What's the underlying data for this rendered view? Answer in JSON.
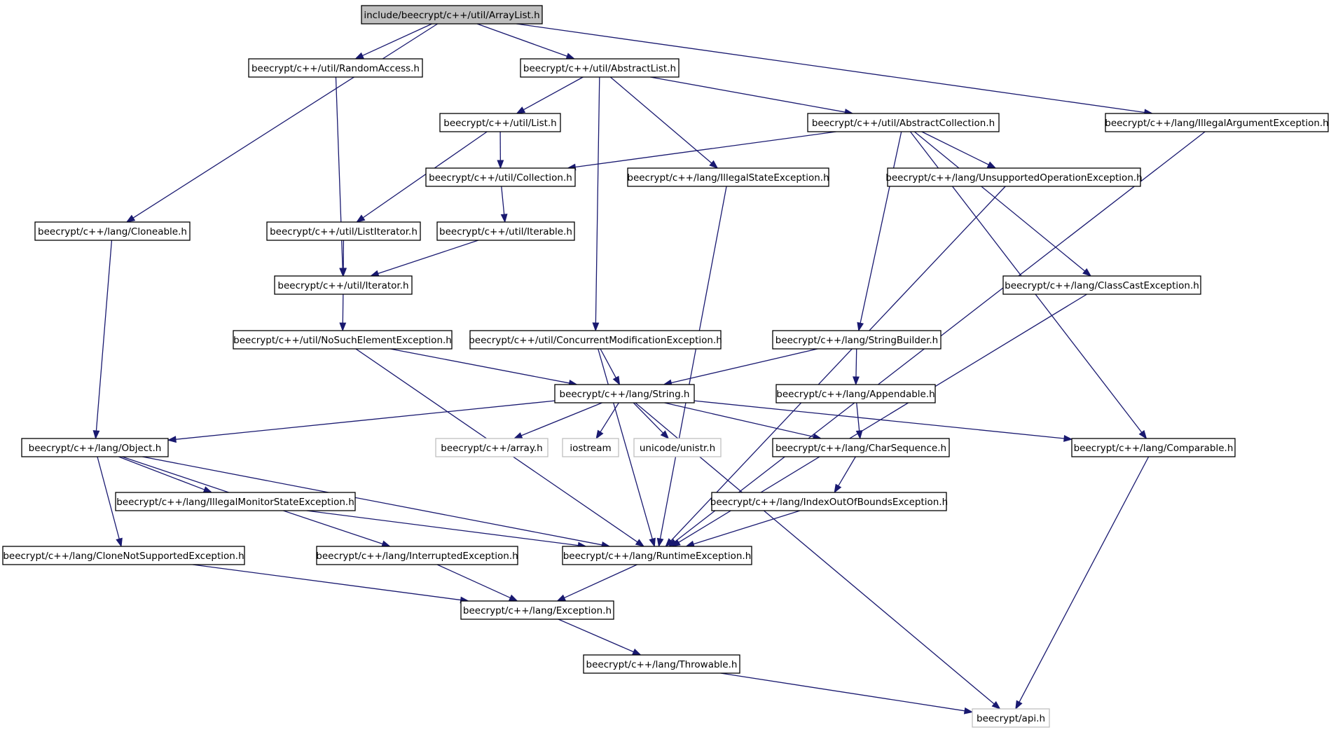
{
  "graph": {
    "nodes": [
      {
        "id": "arraylist",
        "label": "include/beecrypt/c++/util/ArrayList.h",
        "kind": "root"
      },
      {
        "id": "randomaccess",
        "label": "beecrypt/c++/util/RandomAccess.h",
        "kind": "file"
      },
      {
        "id": "abstractlist",
        "label": "beecrypt/c++/util/AbstractList.h",
        "kind": "file"
      },
      {
        "id": "list",
        "label": "beecrypt/c++/util/List.h",
        "kind": "file"
      },
      {
        "id": "abstractcollection",
        "label": "beecrypt/c++/util/AbstractCollection.h",
        "kind": "file"
      },
      {
        "id": "illegalargument",
        "label": "beecrypt/c++/lang/IllegalArgumentException.h",
        "kind": "file"
      },
      {
        "id": "collection",
        "label": "beecrypt/c++/util/Collection.h",
        "kind": "file"
      },
      {
        "id": "illegalstate",
        "label": "beecrypt/c++/lang/IllegalStateException.h",
        "kind": "file"
      },
      {
        "id": "unsupported",
        "label": "beecrypt/c++/lang/UnsupportedOperationException.h",
        "kind": "file"
      },
      {
        "id": "cloneable",
        "label": "beecrypt/c++/lang/Cloneable.h",
        "kind": "file"
      },
      {
        "id": "listiterator",
        "label": "beecrypt/c++/util/ListIterator.h",
        "kind": "file"
      },
      {
        "id": "iterable",
        "label": "beecrypt/c++/util/Iterable.h",
        "kind": "file"
      },
      {
        "id": "iterator",
        "label": "beecrypt/c++/util/Iterator.h",
        "kind": "file"
      },
      {
        "id": "classcast",
        "label": "beecrypt/c++/lang/ClassCastException.h",
        "kind": "file"
      },
      {
        "id": "nosuchelement",
        "label": "beecrypt/c++/util/NoSuchElementException.h",
        "kind": "file"
      },
      {
        "id": "concurrentmod",
        "label": "beecrypt/c++/util/ConcurrentModificationException.h",
        "kind": "file"
      },
      {
        "id": "stringbuilder",
        "label": "beecrypt/c++/lang/StringBuilder.h",
        "kind": "file"
      },
      {
        "id": "string",
        "label": "beecrypt/c++/lang/String.h",
        "kind": "file"
      },
      {
        "id": "appendable",
        "label": "beecrypt/c++/lang/Appendable.h",
        "kind": "file"
      },
      {
        "id": "object",
        "label": "beecrypt/c++/lang/Object.h",
        "kind": "file"
      },
      {
        "id": "array",
        "label": "beecrypt/c++/array.h",
        "kind": "external"
      },
      {
        "id": "iostream",
        "label": "iostream",
        "kind": "external"
      },
      {
        "id": "unistr",
        "label": "unicode/unistr.h",
        "kind": "external"
      },
      {
        "id": "charsequence",
        "label": "beecrypt/c++/lang/CharSequence.h",
        "kind": "file"
      },
      {
        "id": "comparable",
        "label": "beecrypt/c++/lang/Comparable.h",
        "kind": "file"
      },
      {
        "id": "illegalmonitor",
        "label": "beecrypt/c++/lang/IllegalMonitorStateException.h",
        "kind": "file"
      },
      {
        "id": "indexoutofbounds",
        "label": "beecrypt/c++/lang/IndexOutOfBoundsException.h",
        "kind": "file"
      },
      {
        "id": "clonenotsupported",
        "label": "beecrypt/c++/lang/CloneNotSupportedException.h",
        "kind": "file"
      },
      {
        "id": "interrupted",
        "label": "beecrypt/c++/lang/InterruptedException.h",
        "kind": "file"
      },
      {
        "id": "runtime",
        "label": "beecrypt/c++/lang/RuntimeException.h",
        "kind": "file"
      },
      {
        "id": "exception",
        "label": "beecrypt/c++/lang/Exception.h",
        "kind": "file"
      },
      {
        "id": "throwable",
        "label": "beecrypt/c++/lang/Throwable.h",
        "kind": "file"
      },
      {
        "id": "api",
        "label": "beecrypt/api.h",
        "kind": "external"
      }
    ],
    "edges": [
      [
        "arraylist",
        "randomaccess"
      ],
      [
        "arraylist",
        "abstractlist"
      ],
      [
        "arraylist",
        "illegalargument"
      ],
      [
        "arraylist",
        "cloneable"
      ],
      [
        "randomaccess",
        "iterator"
      ],
      [
        "abstractlist",
        "list"
      ],
      [
        "abstractlist",
        "abstractcollection"
      ],
      [
        "abstractlist",
        "illegalstate"
      ],
      [
        "abstractlist",
        "concurrentmod"
      ],
      [
        "list",
        "collection"
      ],
      [
        "list",
        "listiterator"
      ],
      [
        "abstractcollection",
        "collection"
      ],
      [
        "abstractcollection",
        "unsupported"
      ],
      [
        "abstractcollection",
        "classcast"
      ],
      [
        "abstractcollection",
        "stringbuilder"
      ],
      [
        "abstractcollection",
        "comparable"
      ],
      [
        "illegalargument",
        "runtime"
      ],
      [
        "collection",
        "iterable"
      ],
      [
        "illegalstate",
        "runtime"
      ],
      [
        "unsupported",
        "runtime"
      ],
      [
        "cloneable",
        "object"
      ],
      [
        "listiterator",
        "iterator"
      ],
      [
        "iterable",
        "iterator"
      ],
      [
        "iterator",
        "nosuchelement"
      ],
      [
        "classcast",
        "runtime"
      ],
      [
        "nosuchelement",
        "string"
      ],
      [
        "nosuchelement",
        "runtime"
      ],
      [
        "concurrentmod",
        "string"
      ],
      [
        "concurrentmod",
        "runtime"
      ],
      [
        "stringbuilder",
        "string"
      ],
      [
        "stringbuilder",
        "appendable"
      ],
      [
        "string",
        "object"
      ],
      [
        "string",
        "array"
      ],
      [
        "string",
        "iostream"
      ],
      [
        "string",
        "unistr"
      ],
      [
        "string",
        "charsequence"
      ],
      [
        "string",
        "comparable"
      ],
      [
        "string",
        "api"
      ],
      [
        "appendable",
        "charsequence"
      ],
      [
        "object",
        "illegalmonitor"
      ],
      [
        "object",
        "clonenotsupported"
      ],
      [
        "object",
        "interrupted"
      ],
      [
        "object",
        "runtime"
      ],
      [
        "charsequence",
        "indexoutofbounds"
      ],
      [
        "comparable",
        "api"
      ],
      [
        "illegalmonitor",
        "runtime"
      ],
      [
        "indexoutofbounds",
        "runtime"
      ],
      [
        "clonenotsupported",
        "exception"
      ],
      [
        "interrupted",
        "exception"
      ],
      [
        "runtime",
        "exception"
      ],
      [
        "exception",
        "throwable"
      ],
      [
        "throwable",
        "api"
      ]
    ]
  }
}
